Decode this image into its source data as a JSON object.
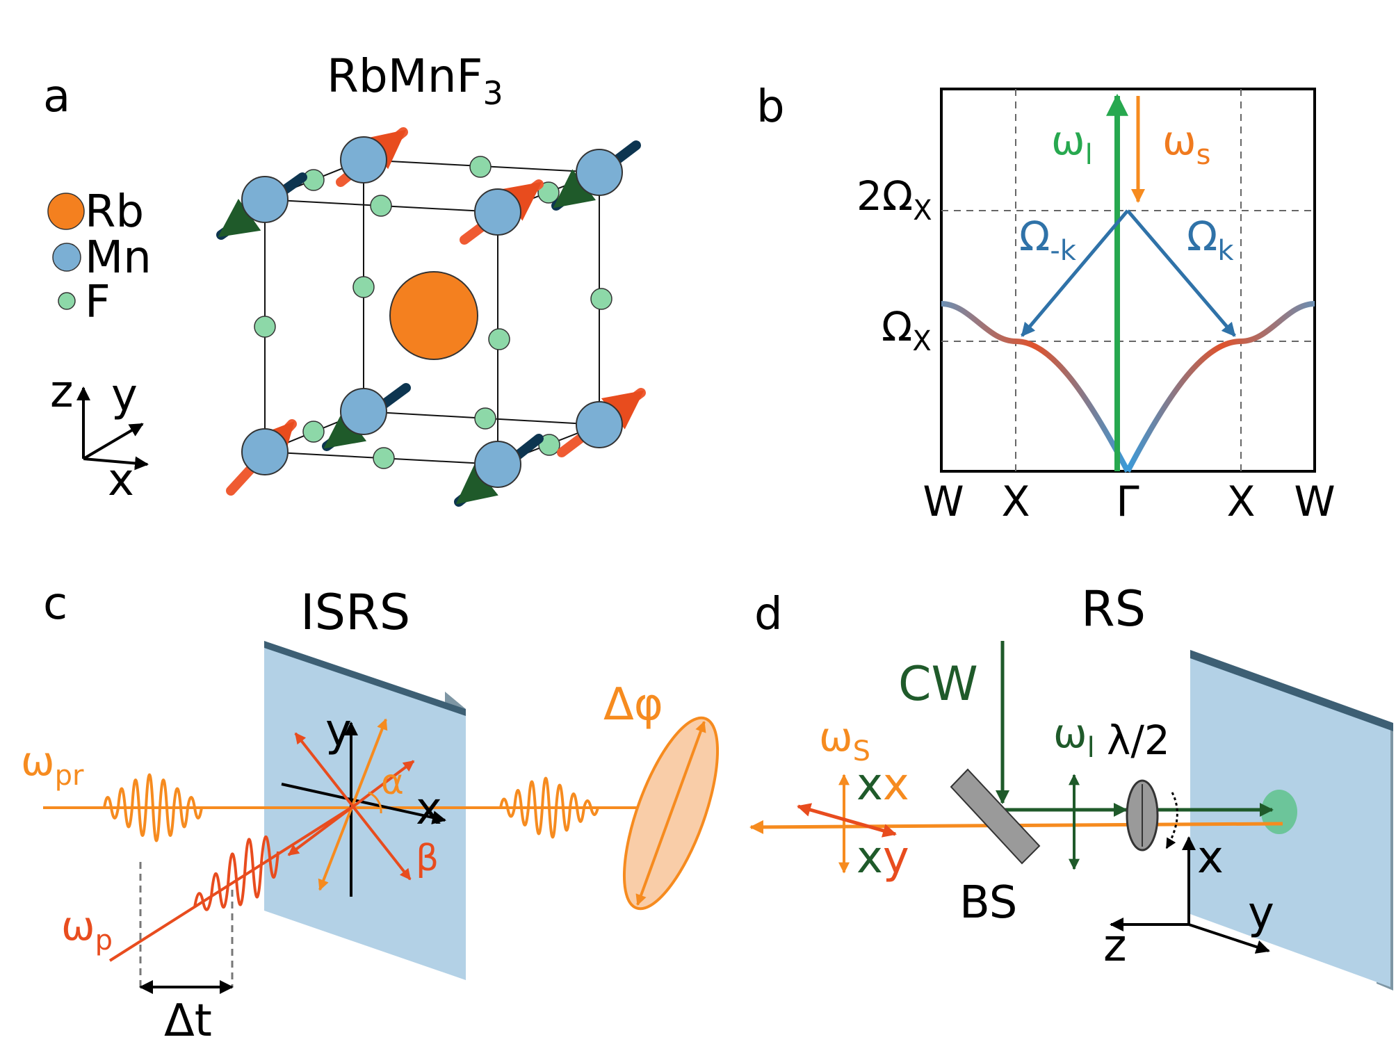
{
  "colors": {
    "rb": "#f4801f",
    "mn": "#7bafd4",
    "f": "#8dd8a8",
    "spin_up": "#ef5b32",
    "spin_down": "#0d3550",
    "laser_green": "#27a84f",
    "dark_green": "#1f5a2a",
    "orange": "#f68b1f",
    "red_orange": "#e84c1e",
    "magnon_blue": "#2f72a8",
    "dispersion_blue": "#3a9ad9",
    "crystal_face": "#b3d1e6",
    "crystal_edge": "#3d5f74",
    "crystal_side": "#7e96a4",
    "bs_gray": "#9a9a9a"
  },
  "panel_a": {
    "letter": "a",
    "title_main": "RbMnF",
    "title_sub": "3",
    "legend": [
      {
        "label": "Rb",
        "color_key": "rb"
      },
      {
        "label": "Mn",
        "color_key": "mn"
      },
      {
        "label": "F",
        "color_key": "f"
      }
    ],
    "axes": {
      "z": "z",
      "y": "y",
      "x": "x"
    }
  },
  "panel_b": {
    "letter": "b",
    "omega_l_main": "ω",
    "omega_l_sub": "l",
    "omega_s_main": "ω",
    "omega_s_sub": "s",
    "two_omega_x_main": "2Ω",
    "two_omega_x_sub": "X",
    "omega_x_main": "Ω",
    "omega_x_sub": "X",
    "omega_minus_k_main": "Ω",
    "omega_minus_k_sub": "-k",
    "omega_k_main": "Ω",
    "omega_k_sub": "k",
    "x_ticks": [
      "W",
      "X",
      "Γ",
      "X",
      "W"
    ]
  },
  "panel_c": {
    "letter": "c",
    "title": "ISRS",
    "omega_pr_main": "ω",
    "omega_pr_sub": "pr",
    "omega_p_main": "ω",
    "omega_p_sub": "p",
    "delta_t": "Δt",
    "delta_phi": "Δφ",
    "axis_y": "y",
    "axis_x": "x",
    "alpha": "α",
    "beta": "β"
  },
  "panel_d": {
    "letter": "d",
    "title": "RS",
    "cw": "CW",
    "omega_s_main": "ω",
    "omega_s_sub": "S",
    "omega_l_main": "ω",
    "omega_l_sub": "l",
    "lambda_half": "λ/2",
    "xx_first": "x",
    "xx_second": "x",
    "xy_first": "x",
    "xy_second": "y",
    "bs": "BS",
    "axis_x": "x",
    "axis_y": "y",
    "axis_z": "z"
  }
}
